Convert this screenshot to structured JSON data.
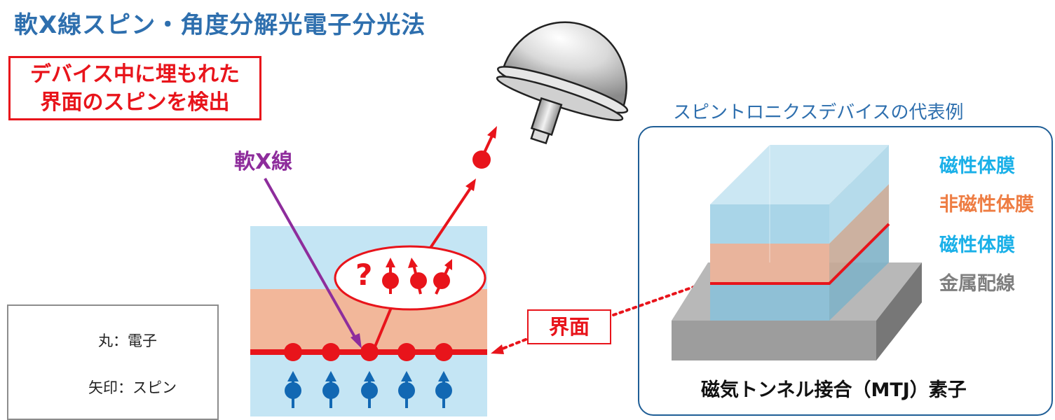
{
  "title": "軟X線スピン・角度分解光電子分光法",
  "callout": {
    "line1": "デバイス中に埋もれた",
    "line2": "界面のスピンを検出"
  },
  "soft_xray_label": "軟X線",
  "question_mark": "?",
  "interface_label": "界面",
  "legend": {
    "circle_label": "丸：電子",
    "arrow_label": "矢印：スピン"
  },
  "mtj": {
    "panel_title": "スピントロニクスデバイスの代表例",
    "layers": [
      "磁性体膜",
      "非磁性体膜",
      "磁性体膜",
      "金属配線"
    ],
    "caption": "磁気トンネル接合（MTJ）素子"
  },
  "colors": {
    "title": "#2e6fae",
    "red": "#e8141b",
    "blue": "#1268b3",
    "purple": "#8e2d9c",
    "cyan": "#1ab0e8",
    "orange": "#ee7d43",
    "gray": "#7f7f7f",
    "sample_top": "#c4e5f4",
    "sample_mid": "#f2b79a"
  }
}
